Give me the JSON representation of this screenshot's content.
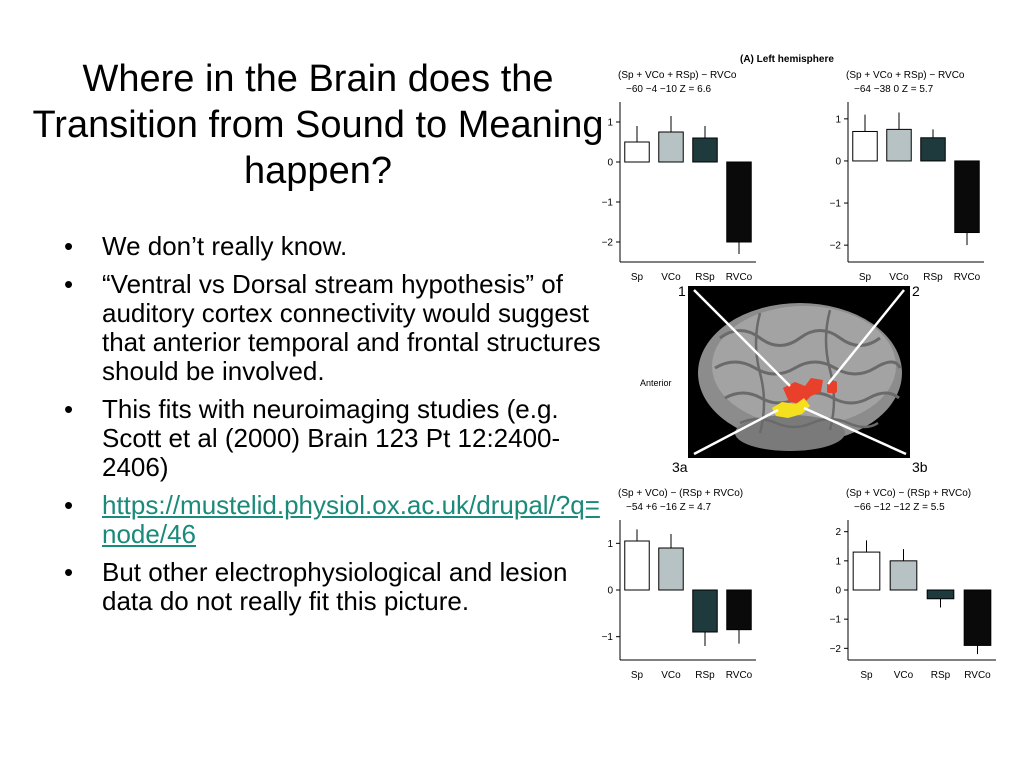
{
  "slide": {
    "title": "Where in the Brain does the Transition from Sound to Meaning happen?",
    "bullets": [
      {
        "text": "We don’t really know."
      },
      {
        "text": "“Ventral vs Dorsal stream hypothesis” of auditory cortex connectivity would suggest that anterior temporal and frontal structures should be involved."
      },
      {
        "text": " This fits with neuroimaging studies (e.g. Scott et al (2000) Brain 123 Pt 12:2400-2406)"
      },
      {
        "text": "https://mustelid.physiol.ox.ac.uk/drupal/?q=node/46",
        "link": true
      },
      {
        "text": "But other electrophysiological and lesion data do not really fit this picture."
      }
    ]
  },
  "figure": {
    "header": "(A) Left hemisphere",
    "brain": {
      "labels": {
        "n1": "1",
        "n2": "2",
        "n3a": "3a",
        "n3b": "3b",
        "anterior": "Anterior"
      },
      "activation_colors": {
        "red": "#e8402a",
        "yellow": "#f5e020"
      }
    },
    "bar_colors": {
      "Sp": "#ffffff",
      "VCo": "#b7c2c4",
      "RSp": "#1f3a3c",
      "RVCo": "#0a0a0a"
    }
  },
  "chart_data": [
    {
      "type": "bar",
      "panel": "1",
      "title": "(Sp + VCo + RSp) − RVCo",
      "subtitle": "−60 −4 −10  Z = 6.6",
      "categories": [
        "Sp",
        "VCo",
        "RSp",
        "RVCo"
      ],
      "values": [
        0.5,
        0.75,
        0.6,
        -2.0
      ],
      "errors": [
        0.4,
        0.4,
        0.3,
        0.3
      ],
      "ylim": [
        -2.5,
        1.5
      ],
      "yticks": [
        1,
        0,
        -1,
        -2
      ]
    },
    {
      "type": "bar",
      "panel": "2",
      "title": "(Sp + VCo + RSp) − RVCo",
      "subtitle": "−64 −38 0  Z = 5.7",
      "categories": [
        "Sp",
        "VCo",
        "RSp",
        "RVCo"
      ],
      "values": [
        0.7,
        0.75,
        0.55,
        -1.7
      ],
      "errors": [
        0.4,
        0.4,
        0.2,
        0.3
      ],
      "ylim": [
        -2.4,
        1.4
      ],
      "yticks": [
        1,
        0,
        -1,
        -2
      ]
    },
    {
      "type": "bar",
      "panel": "3a",
      "title": "(Sp + VCo) − (RSp + RVCo)",
      "subtitle": "−54 +6 −16  Z = 4.7",
      "categories": [
        "Sp",
        "VCo",
        "RSp",
        "RVCo"
      ],
      "values": [
        1.05,
        0.9,
        -0.9,
        -0.85
      ],
      "errors": [
        0.25,
        0.3,
        0.3,
        0.3
      ],
      "ylim": [
        -1.5,
        1.5
      ],
      "yticks": [
        1,
        0,
        -1
      ]
    },
    {
      "type": "bar",
      "panel": "3b",
      "title": "(Sp + VCo) − (RSp + RVCo)",
      "subtitle": "−66 −12 −12  Z = 5.5",
      "categories": [
        "Sp",
        "VCo",
        "RSp",
        "RVCo"
      ],
      "values": [
        1.3,
        1.0,
        -0.3,
        -1.9
      ],
      "errors": [
        0.4,
        0.4,
        0.3,
        0.3
      ],
      "ylim": [
        -2.4,
        2.4
      ],
      "yticks": [
        2,
        1,
        0,
        -1,
        -2
      ]
    }
  ]
}
